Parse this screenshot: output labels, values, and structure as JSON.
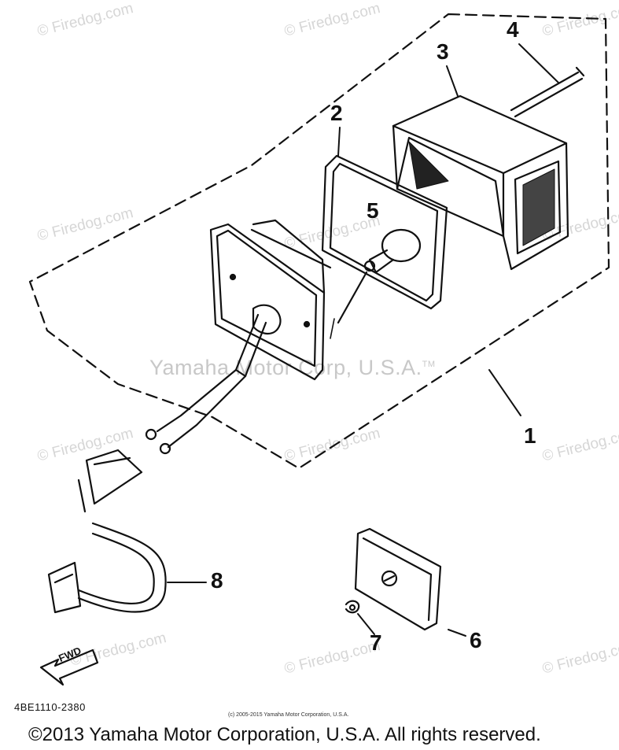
{
  "watermarks": {
    "text": "© Firedog.com",
    "center": "Yamaha Motor Corp, U.S.A.",
    "center_tm": "TM"
  },
  "callouts": [
    "1",
    "2",
    "3",
    "4",
    "5",
    "6",
    "7",
    "8"
  ],
  "fwd_label": "FWD",
  "part_code": "4BE1110-2380",
  "small_copyright": "(c) 2005-2015 Yamaha Motor Corporation, U.S.A.",
  "footer": "©2013 Yamaha Motor Corporation, U.S.A. All rights reserved."
}
